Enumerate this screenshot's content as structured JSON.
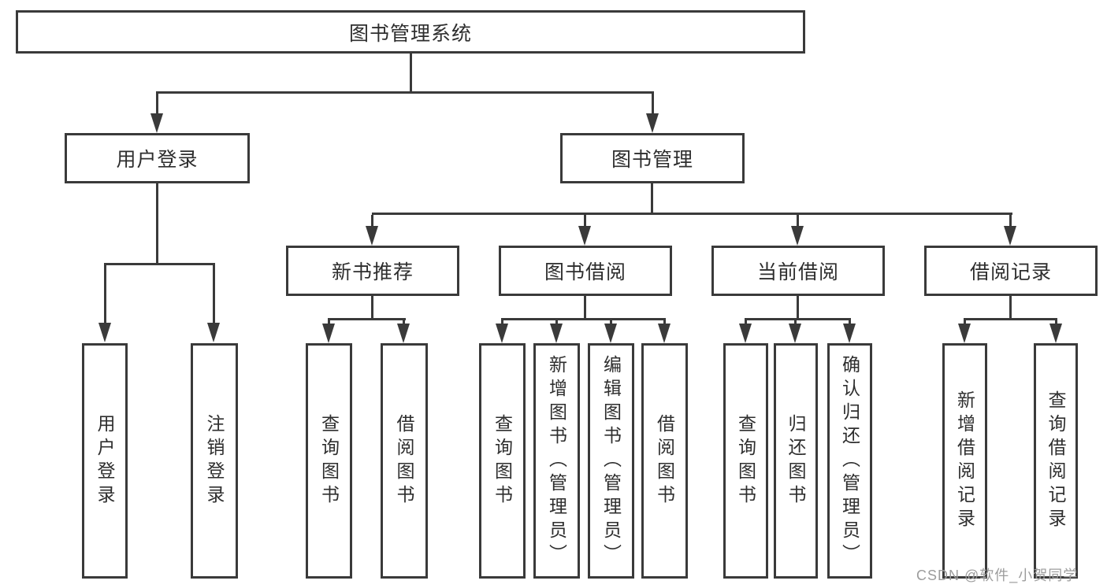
{
  "colors": {
    "background": "#ffffff",
    "box_border": "#3a3a3a",
    "connector_line": "#3a3a3a",
    "text": "#2e2e2e",
    "watermark_text": "#9c9c9c"
  },
  "tree": {
    "root": {
      "label": "图书管理系统"
    },
    "level2": [
      {
        "label": "用户登录"
      },
      {
        "label": "图书管理"
      }
    ],
    "level3": [
      {
        "label": "新书推荐"
      },
      {
        "label": "图书借阅"
      },
      {
        "label": "当前借阅"
      },
      {
        "label": "借阅记录"
      }
    ],
    "leaves": [
      {
        "label": "用户登录"
      },
      {
        "label": "注销登录"
      },
      {
        "label": "查询图书"
      },
      {
        "label": "借阅图书"
      },
      {
        "label": "查询图书"
      },
      {
        "label": "新增图书（管理员）"
      },
      {
        "label": "编辑图书（管理员）"
      },
      {
        "label": "借阅图书"
      },
      {
        "label": "查询图书"
      },
      {
        "label": "归还图书"
      },
      {
        "label": "确认归还（管理员）"
      },
      {
        "label": "新增借阅记录"
      },
      {
        "label": "查询借阅记录"
      }
    ]
  },
  "watermark": {
    "text": "CSDN @软件_小贺同学"
  }
}
